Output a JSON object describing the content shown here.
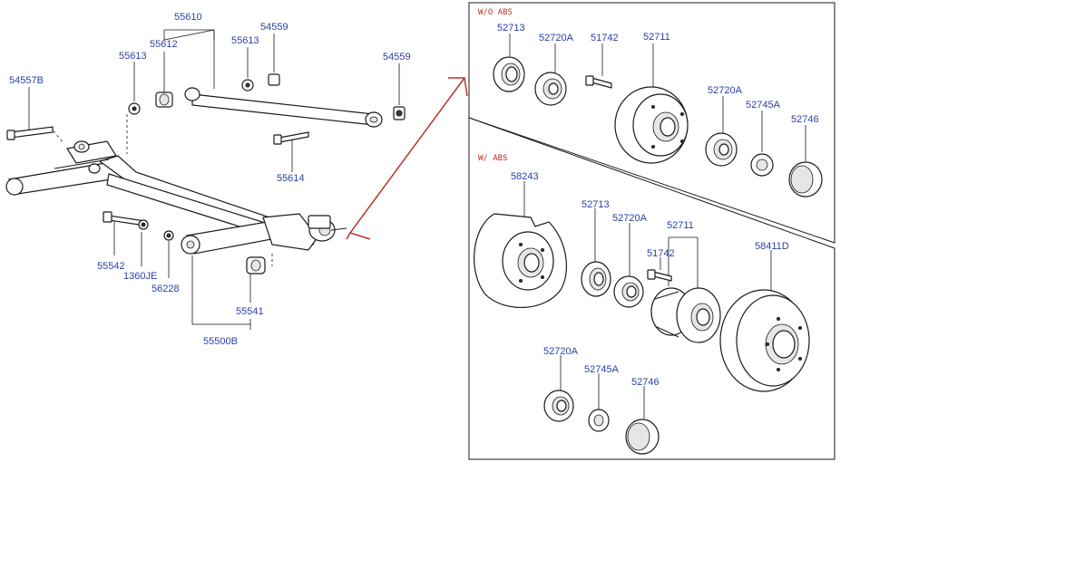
{
  "left_parts": [
    {
      "id": "lp-55610",
      "text": "55610"
    },
    {
      "id": "lp-55612",
      "text": "55612"
    },
    {
      "id": "lp-55613a",
      "text": "55613"
    },
    {
      "id": "lp-55613b",
      "text": "55613"
    },
    {
      "id": "lp-54559a",
      "text": "54559"
    },
    {
      "id": "lp-54559b",
      "text": "54559"
    },
    {
      "id": "lp-54557b",
      "text": "54557B"
    },
    {
      "id": "lp-55614",
      "text": "55614"
    },
    {
      "id": "lp-55542",
      "text": "55542"
    },
    {
      "id": "lp-1360je",
      "text": "1360JE"
    },
    {
      "id": "lp-56228",
      "text": "56228"
    },
    {
      "id": "lp-55541",
      "text": "55541"
    },
    {
      "id": "lp-55500b",
      "text": "55500B"
    }
  ],
  "top_panel": {
    "title": "W/O ABS",
    "parts": [
      {
        "id": "tp-52713",
        "text": "52713"
      },
      {
        "id": "tp-52720a",
        "text": "52720A"
      },
      {
        "id": "tp-51742",
        "text": "51742"
      },
      {
        "id": "tp-52711",
        "text": "52711"
      },
      {
        "id": "tp-52720a2",
        "text": "52720A"
      },
      {
        "id": "tp-52745a",
        "text": "52745A"
      },
      {
        "id": "tp-52746",
        "text": "52746"
      }
    ]
  },
  "bottom_panel": {
    "title": "W/ ABS",
    "parts": [
      {
        "id": "bp-58243",
        "text": "58243"
      },
      {
        "id": "bp-52713",
        "text": "52713"
      },
      {
        "id": "bp-52720a",
        "text": "52720A"
      },
      {
        "id": "bp-52711",
        "text": "52711"
      },
      {
        "id": "bp-51742",
        "text": "51742"
      },
      {
        "id": "bp-58411d",
        "text": "58411D"
      },
      {
        "id": "bp-52720a2",
        "text": "52720A"
      },
      {
        "id": "bp-52745a",
        "text": "52745A"
      },
      {
        "id": "bp-52746",
        "text": "52746"
      }
    ]
  },
  "colors": {
    "label": "#2a3fa8",
    "arrow": "#c0302a",
    "header": "#c0302a",
    "line": "#1a1a1a"
  }
}
